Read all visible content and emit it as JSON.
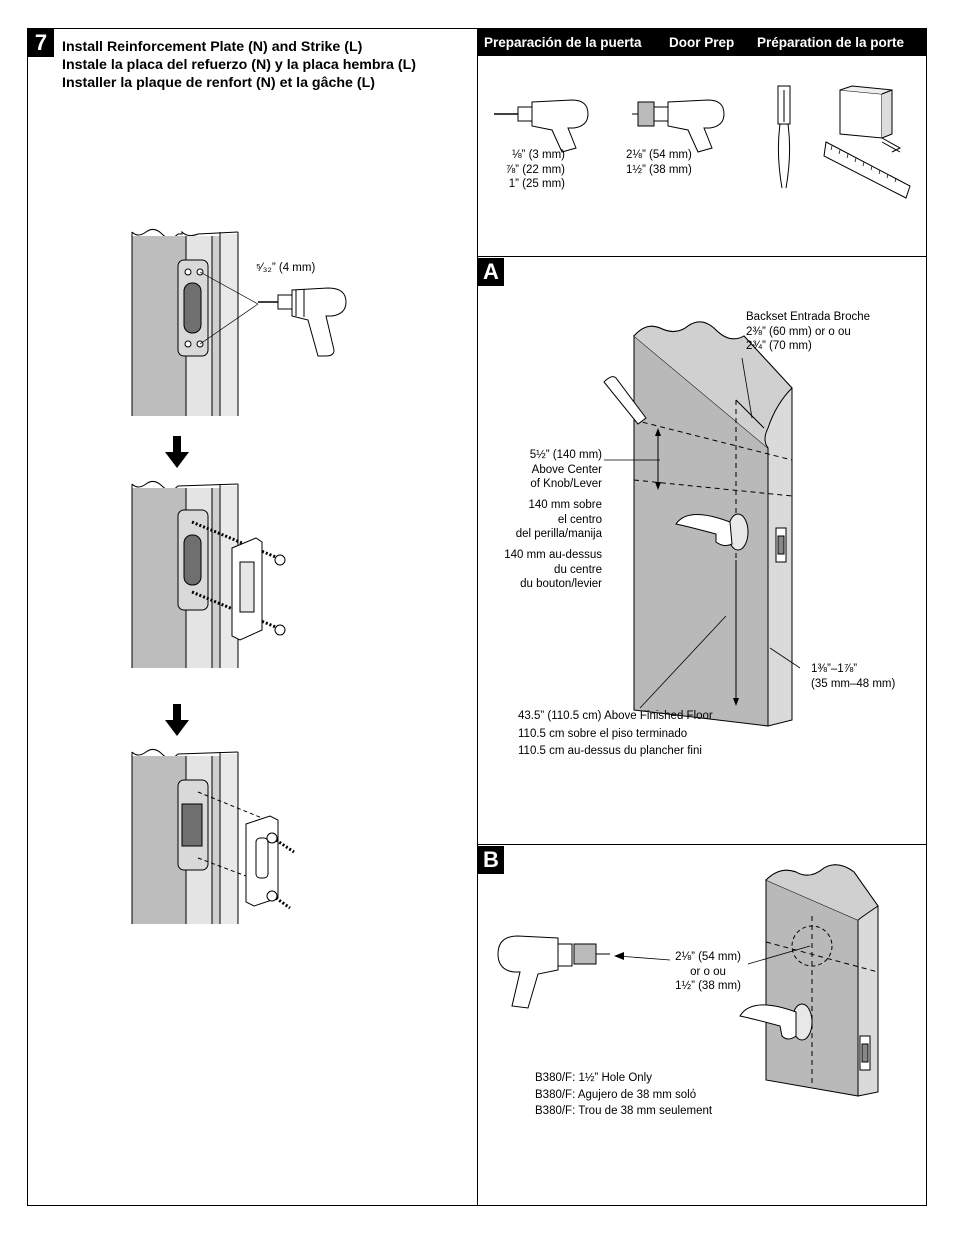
{
  "step": {
    "number": "7",
    "title_en": "Install Reinforcement Plate (N) and Strike (L)",
    "title_es": "Instale la placa del refuerzo (N) y la placa hembra (L)",
    "title_fr": "Installer la plaque de renfort (N) et la gâche (L)"
  },
  "left_panel": {
    "drill_bit_label": "⁵⁄₃₂” (4 mm)",
    "icons": [
      "drill-icon",
      "down-arrow-icon",
      "screw-icon",
      "strike-plate-icon",
      "reinforcement-plate-icon"
    ]
  },
  "door_prep": {
    "header_es": "Preparación de la puerta",
    "header_en": "Door Prep",
    "header_fr": "Préparation de la porte",
    "drill1_sizes": [
      "⅛” (3 mm)",
      "⅞” (22 mm)",
      "1” (25 mm)"
    ],
    "drill2_sizes": [
      "2⅛” (54 mm)",
      "1½” (38 mm)"
    ],
    "icons": [
      "drill-icon",
      "hole-saw-drill-icon",
      "chisel-icon",
      "tape-measure-icon"
    ]
  },
  "section_a": {
    "badge": "A",
    "backset": [
      "Backset  Entrada  Broche",
      "2⅜” (60 mm) or o ou",
      "2¾” (70 mm)"
    ],
    "above_center": [
      "5½” (140 mm)",
      "Above Center",
      "of Knob/Lever"
    ],
    "above_center_es": [
      "140 mm sobre",
      "el centro",
      "del perilla/manija"
    ],
    "above_center_fr": [
      "140 mm au-dessus",
      "du centre",
      "du bouton/levier"
    ],
    "thickness": [
      "1⅜”–1⅞”",
      "(35 mm–48 mm)"
    ],
    "floor": [
      "43.5” (110.5 cm) Above Finished Floor",
      "110.5 cm sobre el piso terminado",
      "110.5 cm au-dessus du plancher fini"
    ]
  },
  "section_b": {
    "badge": "B",
    "hole": [
      "2⅛” (54 mm)",
      "or  o  ou",
      "1½” (38 mm)"
    ],
    "note": [
      "B380/F: 1½” Hole Only",
      "B380/F: Agujero de 38 mm solό",
      "B380/F: Trou de 38 mm seulement"
    ]
  }
}
